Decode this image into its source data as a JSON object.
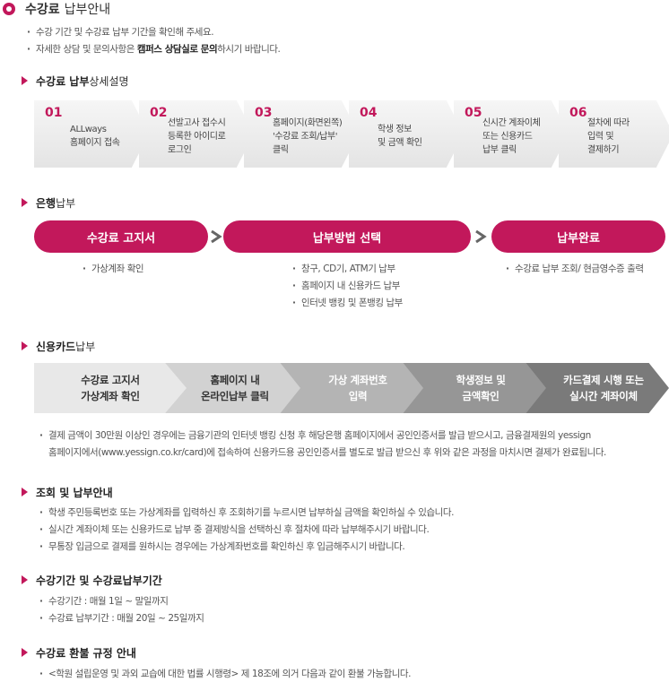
{
  "title": {
    "main": "수강료",
    "sub": "납부안내"
  },
  "intro": [
    "수강 기간 및 수강료 납부 기간을 확인해 주세요.",
    {
      "before": "자세한 상담 및 문의사항은 ",
      "bold": "캠퍼스 상담실로 문의",
      "after": "하시기 바랍니다."
    }
  ],
  "detail": {
    "heading_bold": "수강료 납부",
    "heading_normal": "상세설명",
    "steps": [
      {
        "num": "01",
        "text": "ALLways\n홈페이지 접속"
      },
      {
        "num": "02",
        "text": "선발고사 접수시\n등록한 아이디로\n로그인"
      },
      {
        "num": "03",
        "text": "홈페이지(화면왼쪽)\n'수강료 조회/납부'\n클릭"
      },
      {
        "num": "04",
        "text": "학생 정보\n및 금액 확인"
      },
      {
        "num": "05",
        "text": "신시간 계좌이체\n또는 신용카드\n납부 클릭"
      },
      {
        "num": "06",
        "text": "절차에 따라\n입력 및\n결제하기"
      }
    ]
  },
  "bank": {
    "heading_bold": "은행",
    "heading_normal": "납부",
    "steps": [
      {
        "label": "수강료 고지서",
        "notes": [
          "가상계좌 확인"
        ]
      },
      {
        "label": "납부방법 선택",
        "notes": [
          "창구, CD기, ATM기 납부",
          "홈페이지 내 신용카드 납부",
          "인터넷 뱅킹 및 폰뱅킹 납부"
        ]
      },
      {
        "label": "납부완료",
        "notes": [
          "수강료 납부 조회/ 현금영수증 출력"
        ]
      }
    ]
  },
  "card": {
    "heading_bold": "신용카드",
    "heading_normal": "납부",
    "steps": [
      {
        "text": "수강료 고지서\n가상계좌 확인",
        "bg": "#e8e8e8",
        "fg": "#333333"
      },
      {
        "text": "홈페이지 내\n온라인납부 클릭",
        "bg": "#d2d2d2",
        "fg": "#333333"
      },
      {
        "text": "가상 계좌번호\n입력",
        "bg": "#b4b4b4",
        "fg": "#ffffff"
      },
      {
        "text": "학생정보 및\n금액확인",
        "bg": "#969696",
        "fg": "#ffffff"
      },
      {
        "text": "카드결제 시행 또는\n실시간 계좌이체",
        "bg": "#7a7a7a",
        "fg": "#ffffff"
      }
    ],
    "note_line1": "결제 금액이 30만원 이상인 경우에는 금융기관의 인터넷 뱅킹 신청 후 해당은행 홈페이지에서 공인인증서를 발급 받으시고, 금융결제원의 yessign",
    "note_line2": "홈페이지에서(www.yessign.co.kr/card)에 접속하여 신용카드용 공인인증서를 별도로 발급 받으신 후 위와 같은 과정을 마치시면 결제가 완료됩니다."
  },
  "inquiry": {
    "heading": "조회 및 납부안내",
    "items": [
      "학생 주민등록번호 또는 가상계좌를 입력하신 후 조회하기를 누르시면 납부하실 금액을 확인하실 수 있습니다.",
      "실시간 계좌이체 또는 신용카드로 납부 중 결제방식을 선택하신 후 절차에 따라 납부해주시기 바랍니다.",
      "무통장 입금으로 결제를 원하시는 경우에는 가상계좌번호를 확인하신 후 입금해주시기 바랍니다."
    ]
  },
  "period": {
    "heading": "수강기간 및 수강료납부기간",
    "items": [
      "수강기간 : 매월 1일 ~ 말일까지",
      "수강료 납부기간 : 매월 20일 ~ 25일까지"
    ]
  },
  "refund": {
    "heading": "수강료 환불 규정 안내",
    "items": [
      "<학원 설립운영 및 과외 교습에 대한 법률 시행령> 제 18조에 의거 다음과 같이 환불 가능합니다."
    ]
  },
  "colors": {
    "accent": "#c2185b"
  }
}
